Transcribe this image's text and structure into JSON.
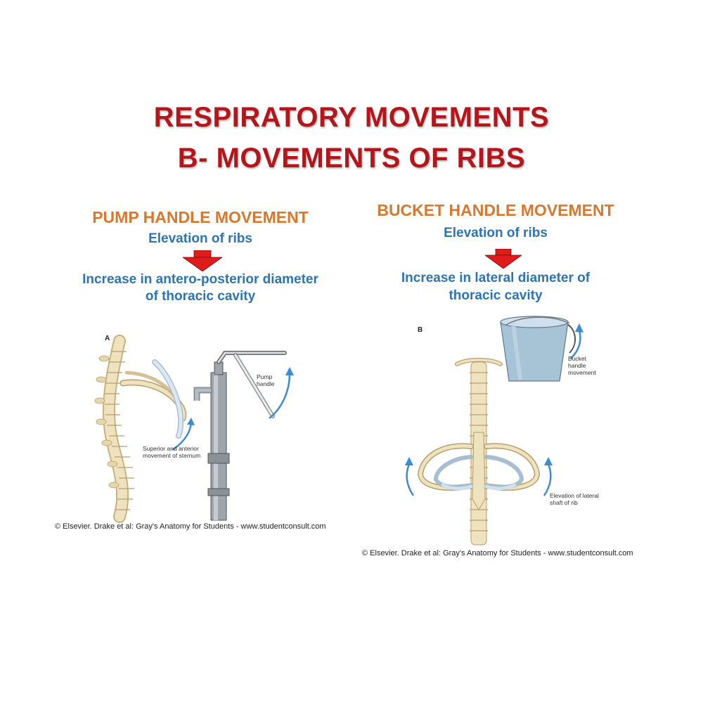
{
  "title": {
    "line1": "RESPIRATORY MOVEMENTS",
    "line2": "B- MOVEMENTS OF RIBS"
  },
  "left": {
    "heading": "PUMP HANDLE MOVEMENT",
    "sub1": "Elevation of ribs",
    "result_line1": "Increase in antero-posterior diameter",
    "result_line2": "of thoracic cavity",
    "fig_letter": "A",
    "label_pump": [
      "Pump",
      "handle"
    ],
    "label_sternum": [
      "Superior and anterior",
      "movement of sternum"
    ],
    "credit": "© Elsevier. Drake et al: Gray's Anatomy for Students - www.studentconsult.com"
  },
  "right": {
    "heading": "BUCKET HANDLE MOVEMENT",
    "sub1": "Elevation of ribs",
    "result_line1": "Increase in lateral diameter of",
    "result_line2": "thoracic cavity",
    "fig_letter": "B",
    "label_bucket": [
      "Bucket",
      "handle",
      "movement"
    ],
    "label_shaft": [
      "Elevation of lateral",
      "shaft of rib"
    ],
    "credit": "© Elsevier. Drake et al: Gray's Anatomy for Students - www.studentconsult.com"
  },
  "colors": {
    "title": "#b5161b",
    "heading": "#d9782d",
    "subtext": "#2c74b3",
    "arrow": "#e01b1b",
    "bone": "#efe3bf",
    "cartilage": "#cfe0ee",
    "annotation_arrow": "#3d8ccf"
  }
}
